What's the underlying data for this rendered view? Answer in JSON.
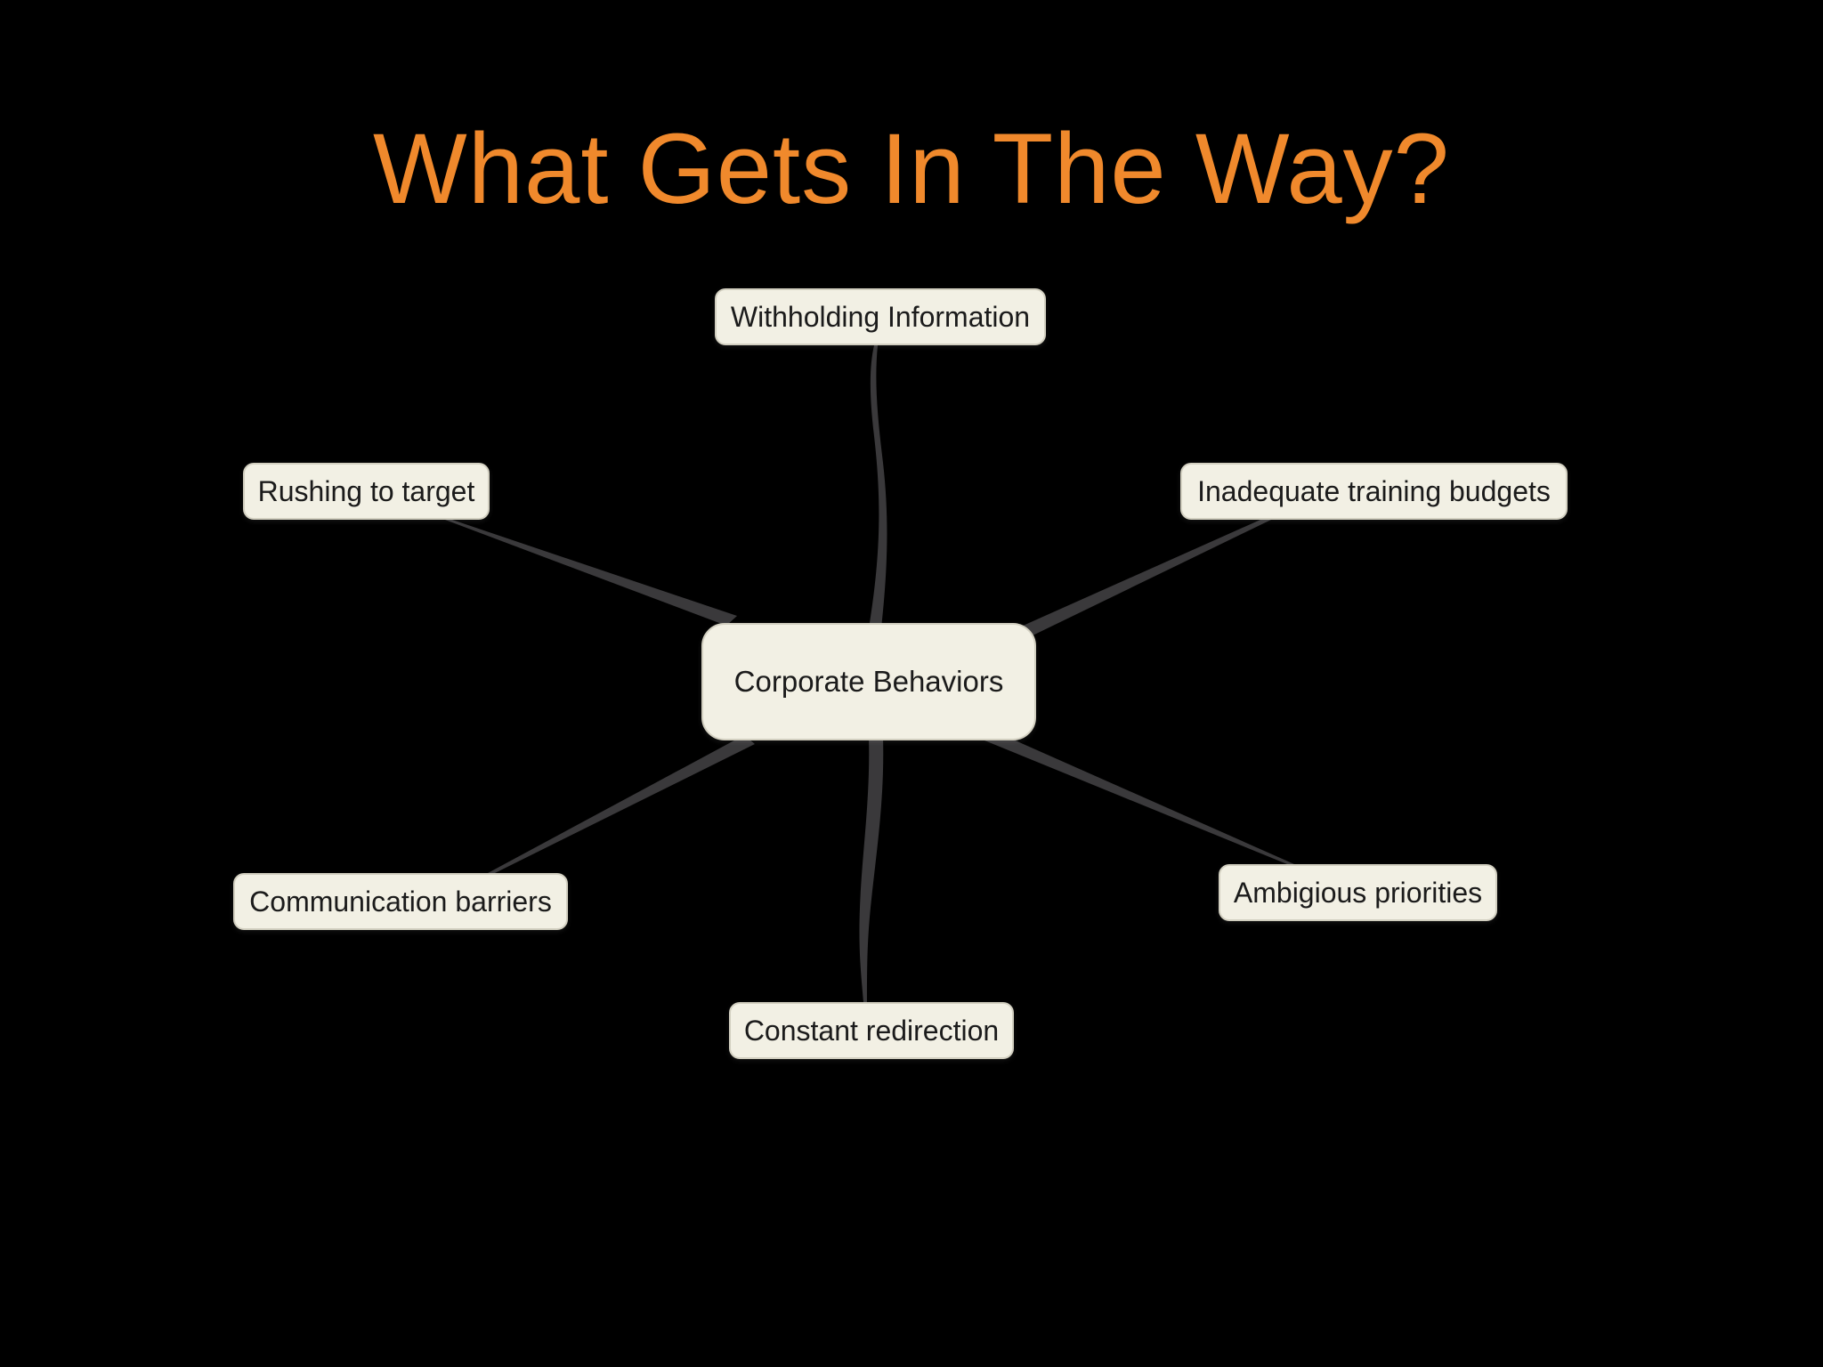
{
  "slide": {
    "title": "What Gets In The Way?"
  },
  "diagram": {
    "center": {
      "label": "Corporate Behaviors"
    },
    "branches": [
      {
        "id": "withholding",
        "label": "Withholding Information"
      },
      {
        "id": "rushing",
        "label": "Rushing to target"
      },
      {
        "id": "training",
        "label": "Inadequate training budgets"
      },
      {
        "id": "communication",
        "label": "Communication barriers"
      },
      {
        "id": "ambigious",
        "label": "Ambigious priorities"
      },
      {
        "id": "constant",
        "label": "Constant redirection"
      }
    ]
  },
  "colors": {
    "background": "#000000",
    "title": "#f0892c",
    "node_fill": "#f2f0e4",
    "node_border": "#d2cfc0",
    "node_text": "#1b1b1b",
    "connector": "#3a393b"
  }
}
